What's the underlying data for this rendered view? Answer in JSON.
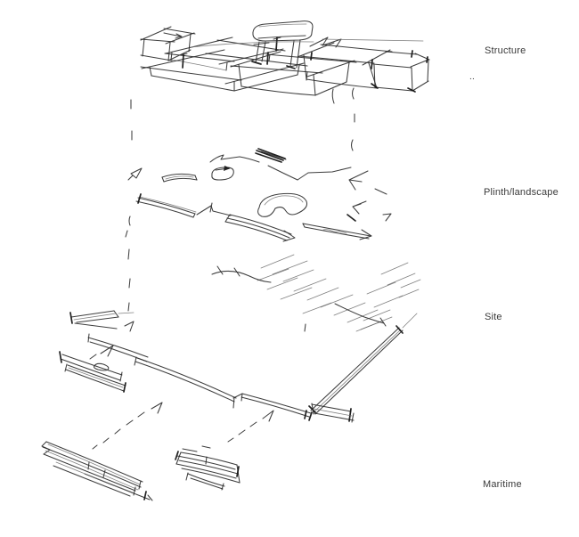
{
  "labels": {
    "structure": "Structure",
    "stray_mark": "..",
    "plinth_landscape": "Plinth/landscape",
    "site": "Site",
    "maritime": "Maritime"
  },
  "colors": {
    "background": "#ffffff",
    "ink": "#2e2e2e",
    "ink_dark": "#151515",
    "ink_light": "#6a6a6a",
    "label_text": "#3a3a3a"
  }
}
